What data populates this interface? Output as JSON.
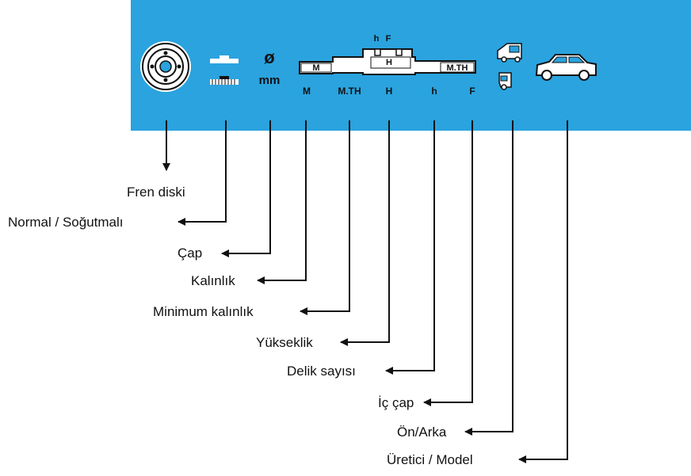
{
  "colors": {
    "header_bg": "#2aa3df",
    "line": "#111111",
    "white": "#ffffff"
  },
  "header": {
    "icons": [
      "brake-disc-icon",
      "normal-vented-disc-icon",
      "diameter-symbol",
      "disc-profile-diagram",
      "front-rear-car-icon",
      "car-model-icon"
    ],
    "diameter_symbol": "ø",
    "diameter_unit": "mm",
    "profile": {
      "top_labels": [
        "h",
        "F"
      ],
      "inner_labels": [
        "M",
        "H",
        "M.TH"
      ],
      "column_labels": [
        "M",
        "M.TH",
        "H",
        "h",
        "F"
      ]
    }
  },
  "legend": [
    "Fren diski",
    "Normal / Soğutmalı",
    "Çap",
    "Kalınlık",
    "Minimum kalınlık",
    "Yükseklik",
    "Delik sayısı",
    "İç çap",
    "Ön/Arka",
    "Üretici / Model"
  ]
}
